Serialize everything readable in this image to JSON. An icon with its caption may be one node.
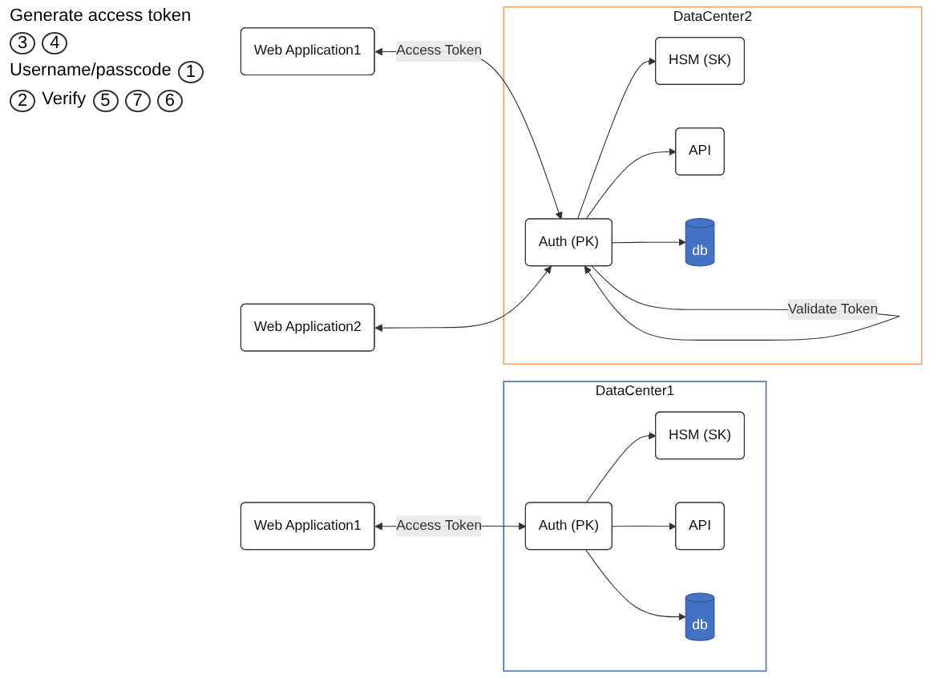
{
  "diagram": {
    "nodes": [
      {
        "text": [
          "Web Application1"
        ]
      },
      {
        "text": [
          "DataCenter1"
        ]
      },
      {
        "text": [
          "HSM (SK)"
        ],
        "in": 1
      },
      {
        "text": [
          "API"
        ],
        "in": 1
      },
      {
        "text": [
          "Auth (PK)"
        ],
        "in": 1
      },
      {
        "text": [
          "db"
        ],
        "in": 1
      },
      {
        "text": [
          "Web Application1"
        ]
      },
      {
        "text": [
          "Web Application2"
        ]
      },
      {
        "text": [
          "DataCenter2"
        ]
      },
      {
        "text": [
          "HSM (SK)"
        ],
        "in": 8
      },
      {
        "text": [
          "API"
        ],
        "in": 8
      },
      {
        "text": [
          "Auth (PK)"
        ],
        "in": 8
      },
      {
        "text": [
          "db"
        ],
        "in": 8
      }
    ],
    "edges": [
      {
        "from": 0,
        "to": 4,
        "arrow": "both",
        "label": "Access Token"
      },
      {
        "from": 4,
        "to": 2,
        "arrow": "to"
      },
      {
        "from": 4,
        "to": 3,
        "arrow": "to"
      },
      {
        "from": 4,
        "to": 5,
        "arrow": "to"
      },
      {
        "from": 6,
        "to": 11,
        "arrow": "both",
        "label": "Access Token"
      },
      {
        "from": 7,
        "to": 11,
        "arrow": "both"
      },
      {
        "from": 11,
        "to": 11,
        "arrow": "to",
        "label": "Validate Token"
      },
      {
        "from": 11,
        "to": 9,
        "arrow": "to"
      },
      {
        "from": 11,
        "to": 10,
        "arrow": "to"
      },
      {
        "from": 11,
        "to": 12,
        "arrow": "to"
      }
    ],
    "labels": [
      "Generate access token",
      "3",
      "4",
      "Username/passcode",
      "1",
      "2",
      "Verify",
      "5",
      "7",
      "6"
    ]
  }
}
